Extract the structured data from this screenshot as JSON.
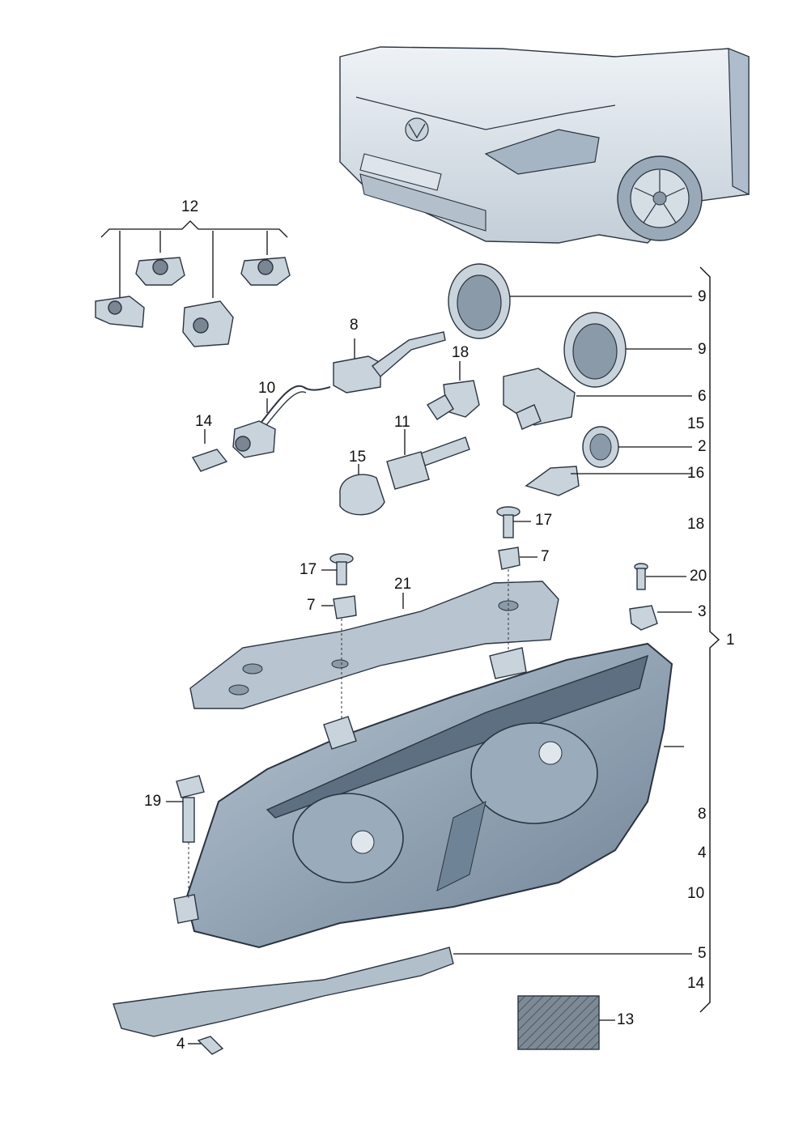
{
  "colors": {
    "part_fill": "#c9d3dc",
    "part_shade": "#7a8793",
    "outline": "#2b3440",
    "lens_blue": "#8fa3b6",
    "text": "#111111"
  },
  "callouts": {
    "c12": "12",
    "c8": "8",
    "c18a": "18",
    "c10": "10",
    "c14a": "14",
    "c11": "11",
    "c15a": "15",
    "c9a": "9",
    "c9b": "9",
    "c6": "6",
    "c15b": "15",
    "c2": "2",
    "c16": "16",
    "c18b": "18",
    "c17a": "17",
    "c7a": "7",
    "c20": "20",
    "c3": "3",
    "c17b": "17",
    "c21": "21",
    "c7b": "7",
    "c1": "1",
    "c19": "19",
    "c8b": "8",
    "c4b": "4",
    "c10b": "10",
    "c5": "5",
    "c14b": "14",
    "c4": "4",
    "c13": "13"
  }
}
